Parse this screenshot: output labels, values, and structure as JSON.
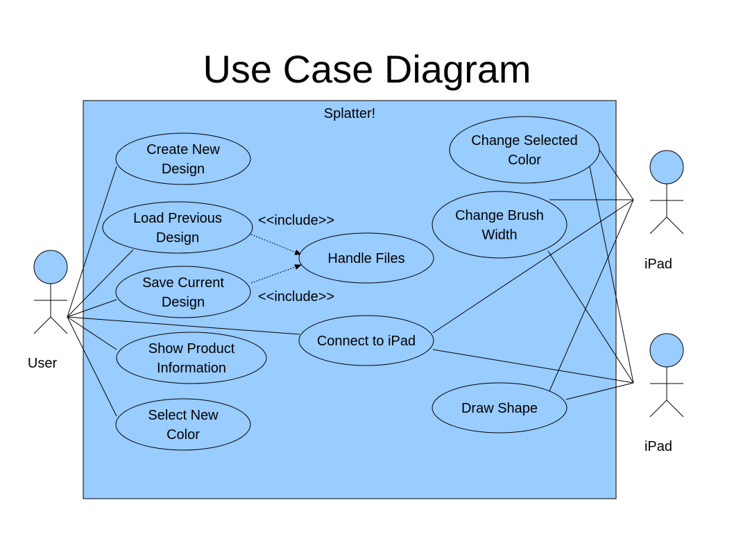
{
  "title": "Use Case Diagram",
  "system": {
    "name": "Splatter!",
    "fill": "#99ccff"
  },
  "actors": [
    {
      "id": "user",
      "label": "User"
    },
    {
      "id": "ipad1",
      "label": "iPad"
    },
    {
      "id": "ipad2",
      "label": "iPad"
    }
  ],
  "use_cases": [
    {
      "id": "create",
      "lines": [
        "Create New",
        "Design"
      ]
    },
    {
      "id": "load",
      "lines": [
        "Load Previous",
        "Design"
      ]
    },
    {
      "id": "save",
      "lines": [
        "Save Current",
        "Design"
      ]
    },
    {
      "id": "show",
      "lines": [
        "Show Product",
        "Information"
      ]
    },
    {
      "id": "select",
      "lines": [
        "Select New",
        "Color"
      ]
    },
    {
      "id": "handle",
      "lines": [
        "Handle Files"
      ]
    },
    {
      "id": "connect",
      "lines": [
        "Connect to iPad"
      ]
    },
    {
      "id": "changecolor",
      "lines": [
        "Change Selected",
        "Color"
      ]
    },
    {
      "id": "brush",
      "lines": [
        "Change Brush",
        "Width"
      ]
    },
    {
      "id": "draw",
      "lines": [
        "Draw Shape"
      ]
    }
  ],
  "includes": [
    {
      "from": "load",
      "to": "handle",
      "label": "<<include>>"
    },
    {
      "from": "save",
      "to": "handle",
      "label": "<<include>>"
    }
  ],
  "associations": [
    [
      "user",
      "create"
    ],
    [
      "user",
      "load"
    ],
    [
      "user",
      "save"
    ],
    [
      "user",
      "show"
    ],
    [
      "user",
      "select"
    ],
    [
      "user",
      "connect"
    ],
    [
      "ipad1",
      "changecolor"
    ],
    [
      "ipad1",
      "brush"
    ],
    [
      "ipad1",
      "connect"
    ],
    [
      "ipad1",
      "draw"
    ],
    [
      "ipad2",
      "changecolor"
    ],
    [
      "ipad2",
      "brush"
    ],
    [
      "ipad2",
      "connect"
    ],
    [
      "ipad2",
      "draw"
    ]
  ]
}
